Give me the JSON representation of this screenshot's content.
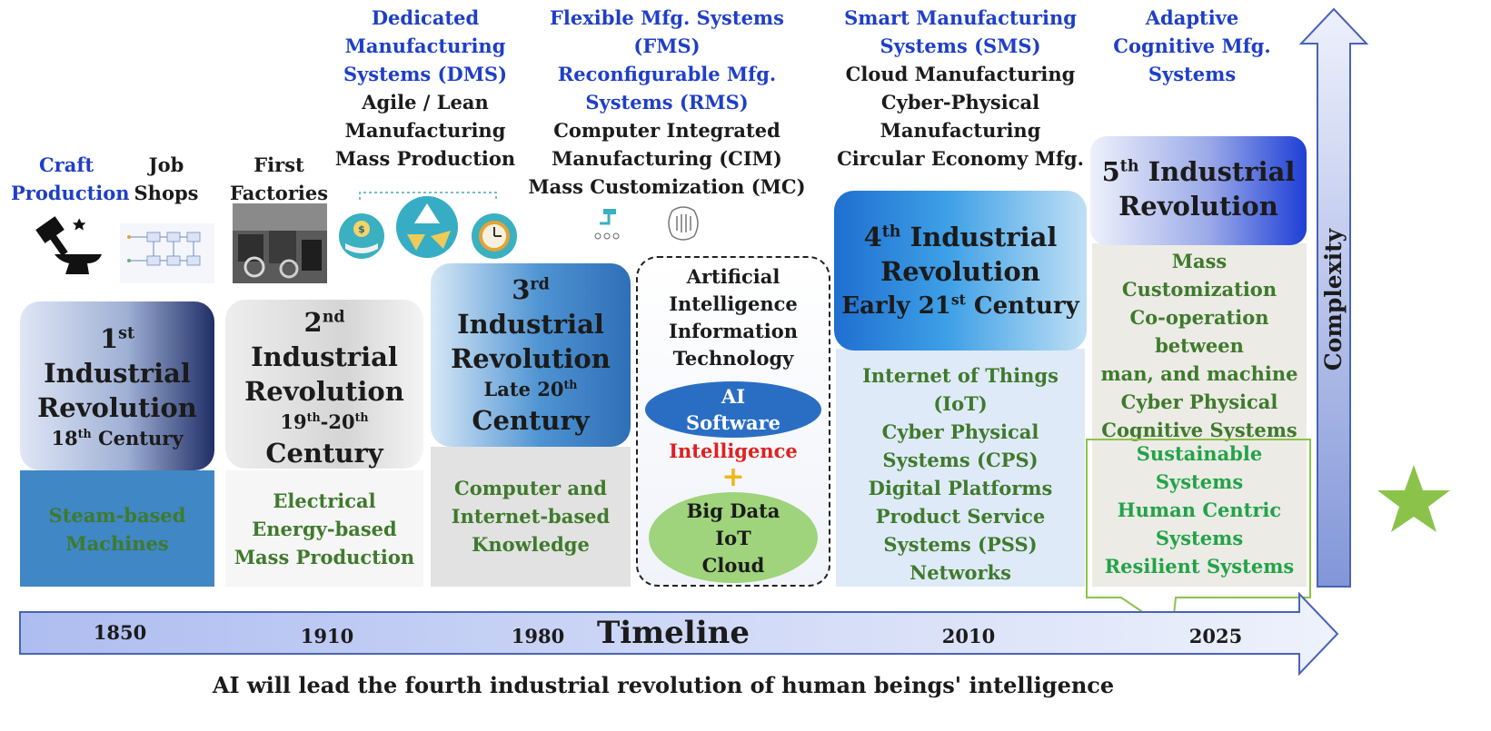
{
  "top_labels": {
    "craft": [
      "Craft",
      "Production"
    ],
    "job": [
      "Job",
      "Shops"
    ],
    "first": [
      "First",
      "Factories"
    ],
    "col3_blue": [
      "Dedicated",
      "Manufacturing",
      "Systems (DMS)"
    ],
    "col3_black": [
      "Agile / Lean",
      "Manufacturing",
      "Mass Production"
    ],
    "col4_blue": [
      "Flexible Mfg. Systems",
      "(FMS)",
      "Reconfigurable Mfg.",
      "Systems (RMS)"
    ],
    "col4_black": [
      "Computer Integrated",
      "Manufacturing (CIM)",
      "Mass Customization (MC)"
    ],
    "col5_blue": [
      "Smart Manufacturing",
      "Systems (SMS)"
    ],
    "col5_black": [
      "Cloud Manufacturing",
      "Cyber-Physical",
      "Manufacturing",
      "Circular Economy Mfg."
    ],
    "col6_blue": [
      "Adaptive",
      "Cognitive Mfg.",
      "Systems"
    ]
  },
  "revolutions": {
    "r1": {
      "num": "1",
      "sup": "st",
      "l1": "Industrial",
      "l2": "Revolution",
      "cent": "18",
      "cent_sup": "th",
      "cent_rest": " Century"
    },
    "r2": {
      "num": "2",
      "sup": "nd",
      "l1": "Industrial",
      "l2": "Revolution",
      "c1": "19",
      "c1_sup": "th",
      "dash": "-20",
      "c2_sup": "th",
      "cent_rest": "Century"
    },
    "r3": {
      "num": "3",
      "sup": "rd",
      "l1": "Industrial",
      "l2": "Revolution",
      "late": "Late 20",
      "late_sup": "th",
      "cent_rest": "Century"
    },
    "r4": {
      "num": "4",
      "sup": "th",
      "l1": "Industrial",
      "l2": "Revolution",
      "early": "Early 21",
      "early_sup": "st",
      "cent_rest": " Century"
    },
    "r5": {
      "num": "5",
      "sup": "th",
      "l1": " Industrial",
      "l2": "Revolution"
    }
  },
  "bottoms": {
    "b1": [
      "Steam-based",
      "Machines"
    ],
    "b2": [
      "Electrical",
      "Energy-based",
      "Mass Production"
    ],
    "b3": [
      "Computer and",
      "Internet-based",
      "Knowledge"
    ],
    "b5": [
      "Internet of Things",
      "(IoT)",
      "Cyber Physical",
      "Systems (CPS)",
      "Digital Platforms",
      "Product Service",
      "Systems (PSS)",
      "Networks"
    ],
    "b6": [
      "Mass",
      "Customization",
      "Co-operation",
      "between",
      "man, and machine",
      "Cyber Physical",
      "Cognitive Systems"
    ],
    "b6_green": [
      "Sustainable",
      "Systems",
      "Human Centric",
      "Systems",
      "Resilient Systems"
    ]
  },
  "ai_box": {
    "lines": [
      "Artificial",
      "Intelligence",
      "Information",
      "Technology"
    ],
    "ai_oval": [
      "AI",
      "Software"
    ],
    "intelligence": "Intelligence",
    "plus": "+",
    "green_oval": [
      "Big Data",
      "IoT",
      "Cloud"
    ]
  },
  "timeline": {
    "label": "Timeline",
    "years": [
      "1850",
      "1910",
      "1980",
      "2010",
      "2025"
    ]
  },
  "complexity_label": "Complexity",
  "caption": "AI will lead the fourth industrial revolution of human beings' intelligence",
  "colors": {
    "blue_text": "#1f3fc7",
    "green_text": "#3f7a2c",
    "intelligence_red": "#e02020",
    "timeline_arrow": "#a9b9ee",
    "complexity_arrow": "#8fa3e3",
    "star": "#8bc34a"
  }
}
